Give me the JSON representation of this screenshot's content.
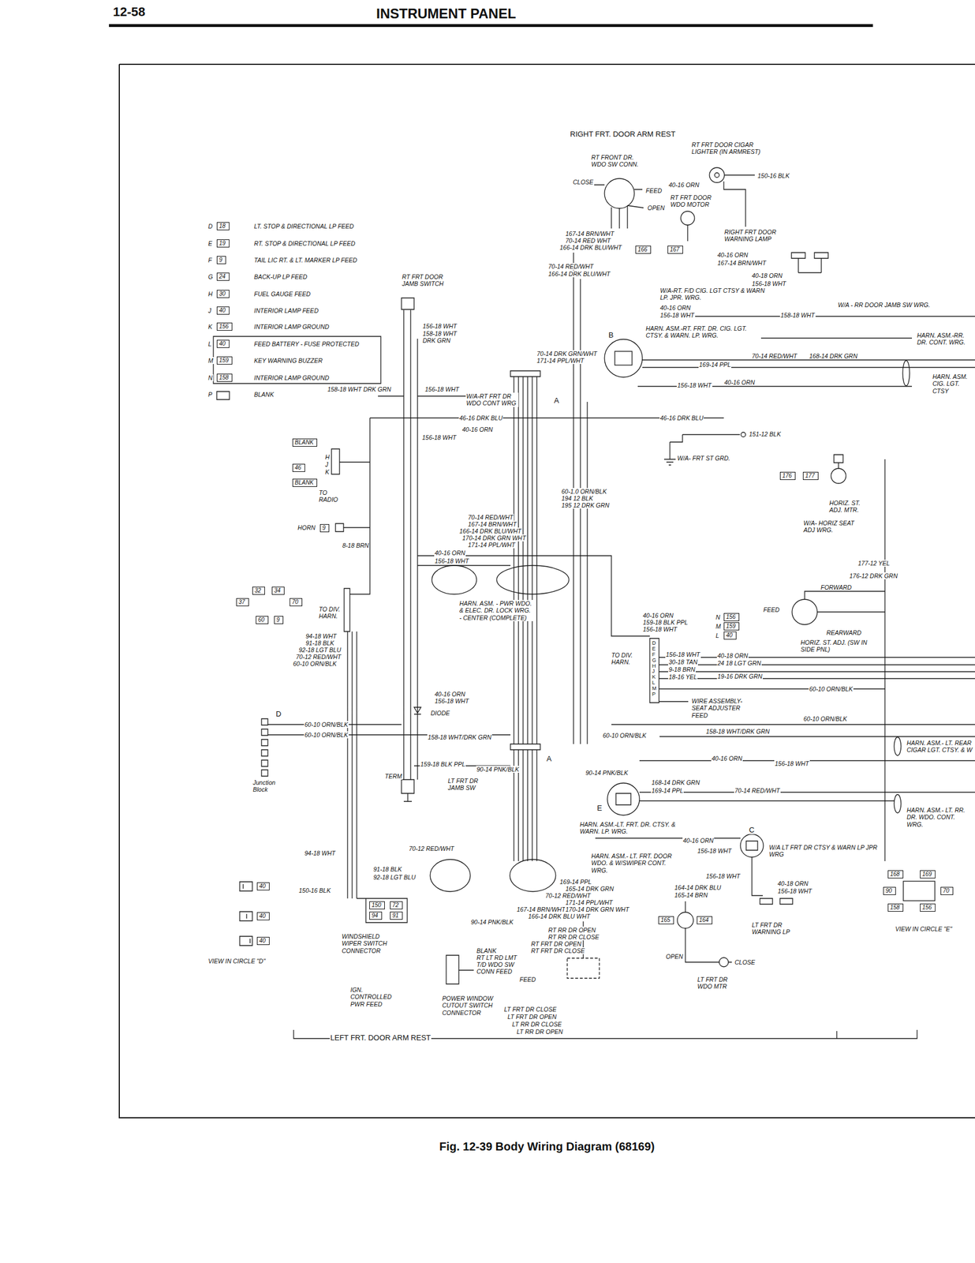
{
  "diagram": {
    "title": "INSTRUMENT PANEL",
    "caption": "Fig. 12-39 Body Wiring Diagram (68169)",
    "nodes": [
      {
        "text": [
          "166"
        ]
      },
      {
        "text": [
          "167"
        ]
      },
      {
        "text": [
          "18"
        ]
      },
      {
        "text": [
          "19"
        ]
      },
      {
        "text": [
          "9"
        ]
      },
      {
        "text": [
          "24"
        ]
      },
      {
        "text": [
          "30"
        ]
      },
      {
        "text": [
          "40"
        ]
      },
      {
        "text": [
          "156"
        ]
      },
      {
        "text": [
          "40"
        ]
      },
      {
        "text": [
          "159"
        ]
      },
      {
        "text": [
          "158"
        ]
      },
      {
        "text": [
          "BLANK"
        ]
      },
      {
        "text": [
          "46"
        ]
      },
      {
        "text": [
          "BLANK"
        ]
      },
      {
        "text": [
          "176"
        ]
      },
      {
        "text": [
          "177"
        ]
      },
      {
        "text": [
          "9"
        ]
      },
      {
        "text": [
          "32"
        ]
      },
      {
        "text": [
          "34"
        ]
      },
      {
        "text": [
          "37"
        ]
      },
      {
        "text": [
          "70"
        ]
      },
      {
        "text": [
          "60"
        ]
      },
      {
        "text": [
          "9"
        ]
      },
      {
        "text": [
          "156"
        ]
      },
      {
        "text": [
          "159"
        ]
      },
      {
        "text": [
          "40"
        ]
      },
      {
        "text": [
          "150"
        ]
      },
      {
        "text": [
          "72"
        ]
      },
      {
        "text": [
          "94"
        ]
      },
      {
        "text": [
          "91"
        ]
      },
      {
        "text": [
          "40"
        ]
      },
      {
        "text": [
          "40"
        ]
      },
      {
        "text": [
          "40"
        ]
      },
      {
        "text": [
          "165"
        ]
      },
      {
        "text": [
          "164"
        ]
      },
      {
        "text": [
          "168"
        ]
      },
      {
        "text": [
          "169"
        ]
      },
      {
        "text": [
          "90"
        ]
      },
      {
        "text": [
          "70"
        ]
      },
      {
        "text": [
          "158"
        ]
      },
      {
        "text": [
          "156"
        ]
      }
    ],
    "labels": [
      "12-58",
      "D",
      "LT. STOP & DIRECTIONAL LP FEED",
      "E",
      "RT. STOP & DIRECTIONAL LP FEED",
      "F",
      "TAIL LIC RT. & LT. MARKER LP FEED",
      "G",
      "BACK-UP LP FEED",
      "H",
      "FUEL GAUGE FEED",
      "J",
      "INTERIOR LAMP FEED",
      "K",
      "INTERIOR LAMP GROUND",
      "L",
      "FEED BATTERY - FUSE PROTECTED",
      "M",
      "KEY WARNING BUZZER",
      "N",
      "INTERIOR LAMP GROUND",
      "P",
      "BLANK",
      "RIGHT FRT. DOOR ARM REST",
      "RT FRT DOOR CIGAR LIGHTER (IN ARMREST)",
      "150-16 BLK",
      "RT FRONT DR. WDO SW CONN.",
      "CLOSE",
      "FEED",
      "40-16 ORN",
      "RT FRT DOOR WDO MOTOR",
      "OPEN",
      "167-14 BRN/WHT",
      "70-14 RED WHT",
      "166-14 DRK BLU/WHT",
      "RIGHT FRT DOOR WARNING LAMP",
      "40-16 ORN",
      "167-14 BRN/WHT",
      "40-18 ORN",
      "156-18 WHT",
      "RT FRT DOOR JAMB SWITCH",
      "70-14 RED/WHT",
      "166-14 DRK BLU/WHT",
      "W/A-RT. F/D CIG. LGT CTSY & WARN LP. JPR. WRG.",
      "40-16 ORN",
      "156-18 WHT",
      "158-18 WHT",
      "W/A - RR DOOR JAMB SW WRG.",
      "156-18 WHT",
      "158-18 WHT DRK GRN",
      "HARN. ASM.-RT. FRT. DR. CIG. LGT. CTSY. & WARN. LP. WRG.",
      "HARN. ASM.-RR. DR. CONT. WRG.",
      "B",
      "70-14 RED/WHT",
      "168-14 DRK GRN",
      "169-14 PPL",
      "HARN. ASM. CIG. LGT. CTSY",
      "40-16 ORN",
      "156-18 WHT",
      "158-18 WHT DRK GRN",
      "156-18 WHT",
      "W/A-RT FRT DR WDO CONT WRG",
      "A",
      "46-16 DRK BLU",
      "40-16 ORN",
      "156-18 WHT",
      "46-16 DRK BLU",
      "151-12 BLK",
      "W/A- FRT ST GRD.",
      "HORIZ. ST. ADJ. MTR.",
      "W/A- HORIZ SEAT ADJ WRG.",
      "177-12 YEL",
      "176-12 DRK GRN",
      "FORWARD",
      "FEED",
      "REARWARD",
      "HORIZ. ST. ADJ. (SW IN SIDE PNL)",
      "H",
      "J",
      "K",
      "TO RADIO",
      "HORN",
      "8-18 BRN",
      "60-1.0 ORN/BLK",
      "194 12 BLK",
      "195 12 DRK GRN",
      "70-14 RED/WHT",
      "167-14 BRN/WHT",
      "166-14 DRK BLU/WHT",
      "170-14 DRK GRN WHT",
      "171-14 PPL/WHT",
      "40-16 ORN",
      "156-18 WHT",
      "HARN. ASM. - PWR WDO. & ELEC. DR. LOCK WRG. - CENTER (COMPLETE)",
      "TO DIV. HARN.",
      "94-18 WHT",
      "91-18 BLK",
      "92-18 LGT BLU",
      "70-12 RED/WHT",
      "60-10 ORN/BLK",
      "40-16 ORN",
      "159-18 BLK PPL",
      "156-18 WHT",
      "N",
      "M",
      "L",
      "TO DIV. HARN.",
      "DEFGHJKLMP",
      "156-18 WHT",
      "40-18 ORN",
      "30-18 TAN",
      "24 18 LGT GRN",
      "9-18 BRN",
      "18-16 YEL",
      "19-16 DRK GRN",
      "60-10 ORN/BLK",
      "WIRE ASSEMBLY- SEAT ADJUSTER FEED",
      "60-10 ORN/BLK",
      "158-18 WHT/DRK GRN",
      "HARN. ASM.- LT. REAR CIGAR LGT. CTSY. & W",
      "40-16 ORN",
      "156-18 WHT",
      "168-14 DRK GRN",
      "169-14 PPL",
      "70-14 RED/WHT",
      "HARN. ASM.- LT. RR. DR. WDO. CONT. WRG.",
      "HARN. ASM.-LT. FRT. DR. CTSY. & WARN. LP. WRG.",
      "40-16 ORN",
      "C",
      "156-18 WHT",
      "W/A LT FRT DR CTSY & WARN LP JPR WRG",
      "HARN. ASM.- LT. FRT. DOOR WDO. & W/SWIPER CONT. WRG.",
      "156-18 WHT",
      "40-18 ORN",
      "156-18 WHT",
      "164-14 DRK BLU",
      "165-14 BRN",
      "LT FRT DR WARNING LP",
      "VIEW IN CIRCLE \"E\"",
      "OPEN",
      "CLOSE",
      "LT FRT DR WDO MTR",
      "D",
      "60-10 ORN/BLK",
      "60-10 ORN/BLK",
      "Junction Block",
      "DIODE",
      "40-16 ORN",
      "156-18 WHT",
      "158-18 WHT/DRK GRN",
      "159-18 BLK PPL",
      "90-14 PNK/BLK",
      "TERM",
      "LT FRT DR JAMB SW",
      "60-10 ORN/BLK",
      "A",
      "90-14 PNK/BLK",
      "E",
      "94-18 WHT",
      "70-12 RED/WHT",
      "91-18 BLK",
      "92-18 LGT BLU",
      "150-16 BLK",
      "WINDSHIELD WIPER SWITCH CONNECTOR",
      "VIEW IN CIRCLE \"D\"",
      "90-14 PNK/BLK",
      "169-14 PPL",
      "165-14 DRK GRN",
      "70-12 RED/WHT",
      "171-14 PPL/WHT",
      "167-14 BRN/WHT",
      "170-14 DRK GRN WHT",
      "166-14 DRK BLU WHT",
      "RT RR DR OPEN",
      "RT RR DR CLOSE",
      "RT FRT DR OPEN",
      "RT FRT DR CLOSE",
      "BLANK",
      "RT LT RD LMT",
      "T/D WDO SW",
      "CONN FEED",
      "FEED",
      "IGN. CONTROLLED PWR FEED",
      "POWER WINDOW CUTOUT SWITCH CONNECTOR",
      "LT FRT DR CLOSE",
      "LT FRT DR OPEN",
      "LT RR DR CLOSE",
      "LT RR DR OPEN",
      "LEFT FRT. DOOR ARM REST",
      "70-14 DRK GRN/WHT",
      "171-14 PPL/WHT"
    ]
  }
}
